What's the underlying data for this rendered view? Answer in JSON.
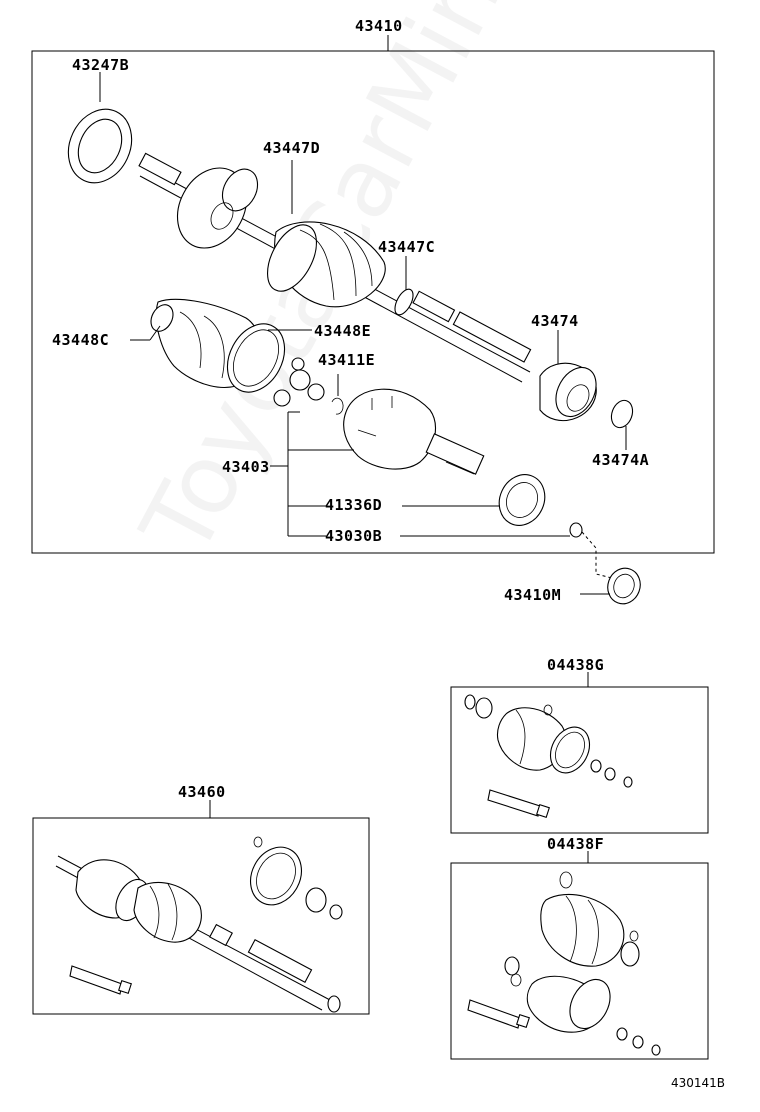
{
  "labels": {
    "main_assembly": "43410",
    "bearing": "43247B",
    "outer_boot": "43447D",
    "boot_clamp_outer": "43447C",
    "inner_boot": "43448C",
    "inner_clamp": "43448E",
    "snap_ring": "43411E",
    "inner_joint": "43403",
    "dust_seal": "41336D",
    "hole_plug": "43030B",
    "damper": "43474",
    "damper_clamp": "43474A",
    "mounting_kit": "43410M",
    "rh_shaft": "43460",
    "inner_boot_kit": "04438G",
    "outer_boot_kit": "04438F"
  },
  "figure_code": "430141B",
  "watermark": "ToyotaCarMine.ru"
}
